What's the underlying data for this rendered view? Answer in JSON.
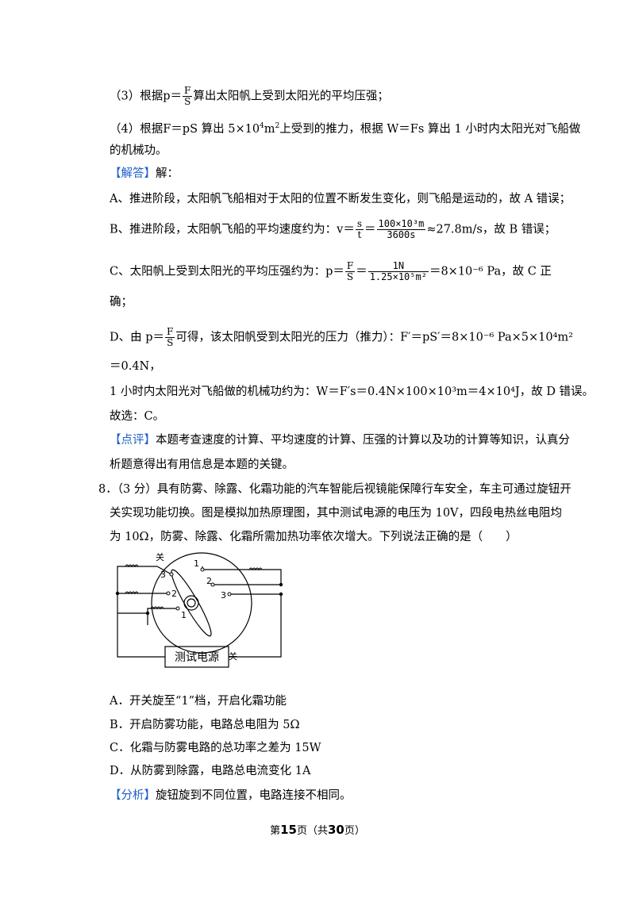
{
  "lines": {
    "l3_a": "（3）根据p＝",
    "l3_frac_n": "F",
    "l3_frac_d": "S",
    "l3_b": "算出太阳帆上受到太阳光的平均压强；",
    "l4_a": "（4）根据F＝pS 算出 5×10",
    "l4_exp": "4",
    "l4_b": "m",
    "l4_exp2": "2",
    "l4_c": "上受到的推力，根据 W＝Fs 算出 1 小时内太阳光对飞船做",
    "l5": "的机械功。",
    "jieda_tag": "【解答】",
    "jieda_text": "解：",
    "lA": "A、推进阶段，太阳帆飞船相对于太阳的位置不断发生变化，则飞船是运动的，故 A 错误；",
    "lB_a": "B、推进阶段，太阳帆飞船的平均速度约为：v＝",
    "lB_f1n": "s",
    "lB_f1d": "t",
    "lB_eq": "＝",
    "lB_f2n": "100×10³m",
    "lB_f2d": "3600s",
    "lB_b": "≈27.8m/s，故 B 错误；",
    "lC_a": "C、太阳帆上受到太阳光的平均压强约为：p＝",
    "lC_f1n": "F",
    "lC_f1d": "S",
    "lC_eq": "＝",
    "lC_f2n": "1N",
    "lC_f2d": "1.25×10⁵m²",
    "lC_b": "＝8×10⁻⁶ Pa，故 C 正",
    "lC2": "确；",
    "lD_a": "D、由 p＝",
    "lD_fn": "F",
    "lD_fd": "S",
    "lD_b": "可得，该太阳帆受到太阳光的压力（推力）：F′＝pS′＝8×10⁻⁶ Pa×5×10⁴m²",
    "lD2": "＝0.4N，",
    "lW": "1 小时内太阳光对飞船做的机械功约为：W＝F′s＝0.4N×100×10³m＝4×10⁴J，故 D 错误。",
    "lSel": "故选：C。",
    "dianping_tag": "【点评】",
    "dianping_text": "本题考查速度的计算、平均速度的计算、压强的计算以及功的计算等知识，认真分",
    "dianping_text2": "析题意得出有用信息是本题的关键。",
    "q8_a": "8．（3 分）具有防雾、除露、化霜功能的汽车智能后视镜能保障行车安全，车主可通过旋钮开",
    "q8_b": "关实现功能切换。图是模拟加热原理图，其中测试电源的电压为 10V，四段电热丝电阻均",
    "q8_c": "为 10Ω，防雾、除露、化霜所需加热功率依次增大。下列说法正确的是（　　）",
    "optA": "A．开关旋至“1”档，开启化霜功能",
    "optB": "B．开启防雾功能，电路总电阻为 5Ω",
    "optC": "C．化霜与防雾电路的总功率之差为 15W",
    "optD": "D．从防雾到除露，电路总电流变化 1A",
    "fenxi_tag": "【分析】",
    "fenxi_text": "旋钮旋到不同位置，电路连接不相同。"
  },
  "circuit": {
    "label_guan_top": "关",
    "label_guan_bottom": "关",
    "num_1_left": "1",
    "num_2_left": "2",
    "num_3_left": "3",
    "num_1_right": "1",
    "num_2_right": "2",
    "num_3_right": "3",
    "power_label": "测试电源"
  },
  "footer": {
    "pre": "第",
    "page": "15",
    "mid": "页（共",
    "total": "30",
    "post": "页）"
  }
}
